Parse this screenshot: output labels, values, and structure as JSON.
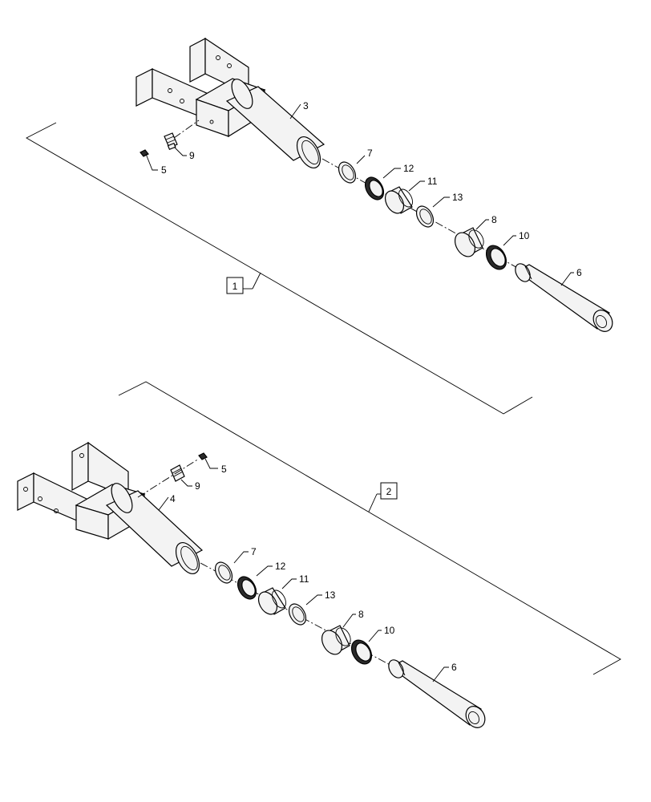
{
  "assembly_1": {
    "callout": "1",
    "labels": {
      "p3": "3",
      "p5": "5",
      "p9": "9",
      "p7": "7",
      "p12": "12",
      "p11": "11",
      "p13": "13",
      "p8": "8",
      "p10": "10",
      "p6": "6"
    }
  },
  "assembly_2": {
    "callout": "2",
    "labels": {
      "p4": "4",
      "p5": "5",
      "p9": "9",
      "p7": "7",
      "p12": "12",
      "p11": "11",
      "p13": "13",
      "p8": "8",
      "p10": "10",
      "p6": "6"
    }
  }
}
